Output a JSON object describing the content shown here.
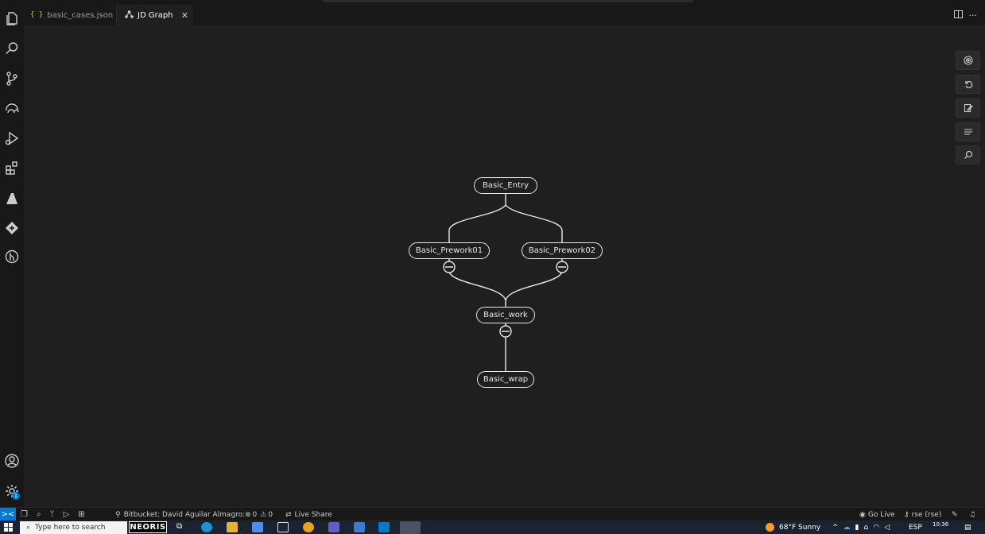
{
  "tabs": [
    {
      "label": "basic_cases.json",
      "icon": "json-braces-icon",
      "icon_glyph": "{ }",
      "active": false
    },
    {
      "label": "JD Graph",
      "icon": "graph-icon",
      "active": true
    }
  ],
  "tab_actions": {
    "split_icon": "split-editor-icon",
    "more_glyph": "···"
  },
  "activity_bar": [
    "explorer-icon",
    "search-icon",
    "source-control-icon",
    "remote-explorer-icon",
    "run-debug-icon",
    "extensions-icon",
    "azure-icon",
    "git-lens-icon",
    "timeline-icon"
  ],
  "activity_bottom": {
    "accounts_icon": "account-icon",
    "manage_icon": "gear-icon",
    "badge": "1"
  },
  "graph_toolbar": [
    "target-icon",
    "undo-icon",
    "edit-icon",
    "list-icon",
    "search-icon"
  ],
  "graph": {
    "nodes": [
      {
        "id": "entry",
        "label": "Basic_Entry"
      },
      {
        "id": "pre1",
        "label": "Basic_Prework01"
      },
      {
        "id": "pre2",
        "label": "Basic_Prework02"
      },
      {
        "id": "work",
        "label": "Basic_work"
      },
      {
        "id": "wrap",
        "label": "Basic_wrap"
      }
    ],
    "edges": [
      {
        "from": "entry",
        "to": "pre1"
      },
      {
        "from": "entry",
        "to": "pre2"
      },
      {
        "from": "pre1",
        "to": "work",
        "marker": "minus"
      },
      {
        "from": "pre2",
        "to": "work",
        "marker": "minus"
      },
      {
        "from": "work",
        "to": "wrap",
        "marker": "minus"
      }
    ],
    "line_color": "#e8e8e8"
  },
  "status_bar": {
    "remote_glyph": "><",
    "bitbucket": "Bitbucket: David Aguilar Almagro:",
    "errors": "0",
    "warnings": "0",
    "live_share": "Live Share",
    "go_live": "Go Live",
    "user": "rse (rse)"
  },
  "taskbar": {
    "search_placeholder": "Type here to search",
    "brand": "NEORIS",
    "weather": "68°F  Sunny",
    "lang": "ESP",
    "time": "10:36"
  },
  "colors": {
    "accent": "#0078d4",
    "bg": "#1f1f1f",
    "chrome": "#181818"
  }
}
